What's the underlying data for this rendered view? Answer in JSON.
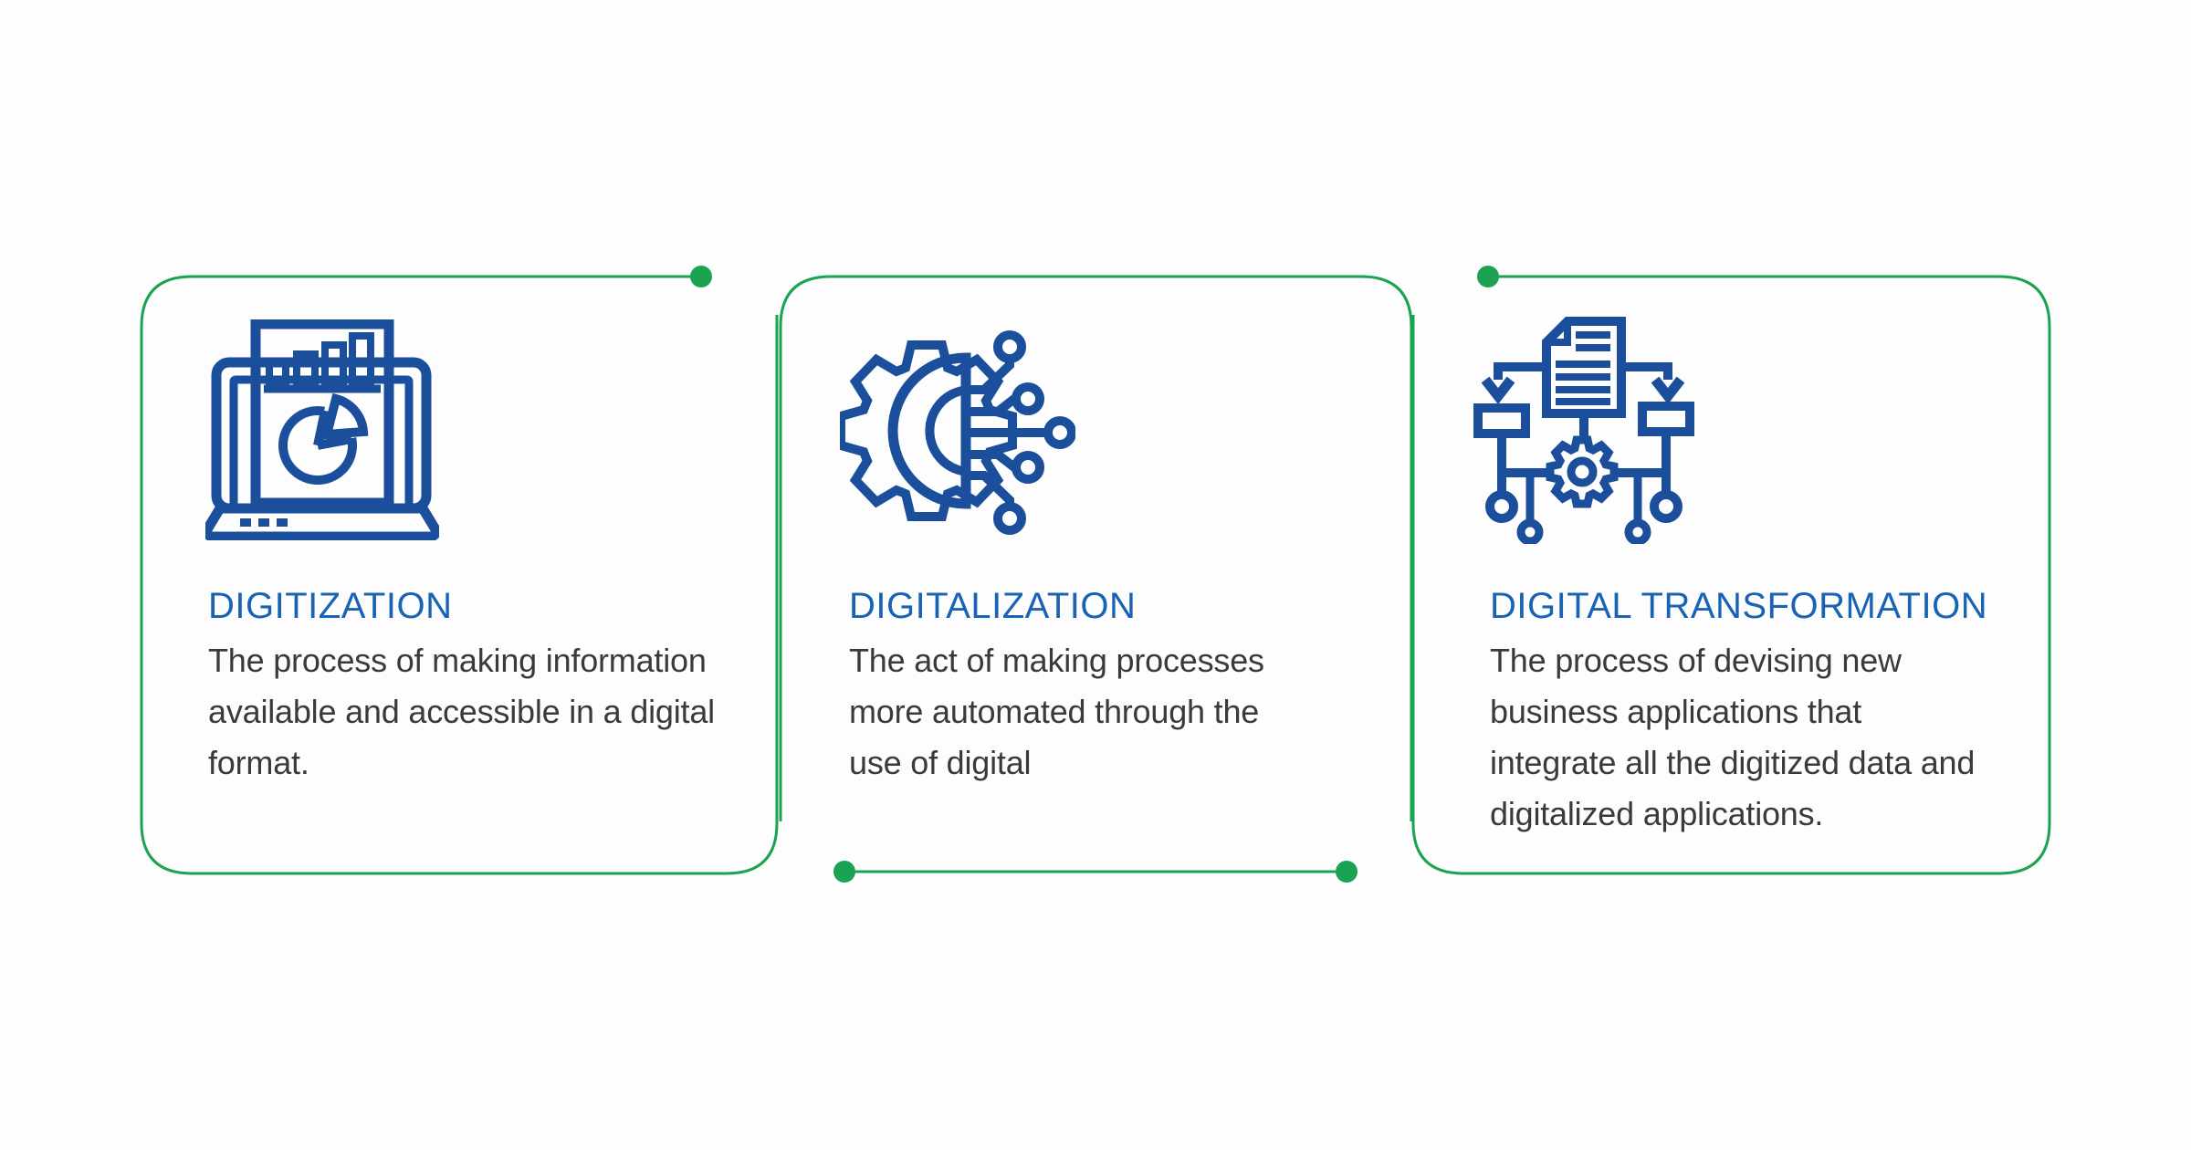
{
  "colors": {
    "accent_green": "#1ba351",
    "icon_blue": "#1b4f9c",
    "title_blue": "#1863b4",
    "body_text": "#3a3a3c"
  },
  "cards": [
    {
      "id": "digitization",
      "icon": "laptop-analytics-icon",
      "title": "DIGITIZATION",
      "description": "The process of making information\navailable and accessible in a digital\nformat."
    },
    {
      "id": "digitalization",
      "icon": "gear-circuit-icon",
      "title": "DIGITALIZATION",
      "description": "The act of making processes\nmore automated through the\nuse of digital"
    },
    {
      "id": "digital-transformation",
      "icon": "flowchart-gear-icon",
      "title": "DIGITAL TRANSFORMATION",
      "description": "The process of devising new\nbusiness applications that\nintegrate all the digitized data and\ndigitalized applications."
    }
  ]
}
